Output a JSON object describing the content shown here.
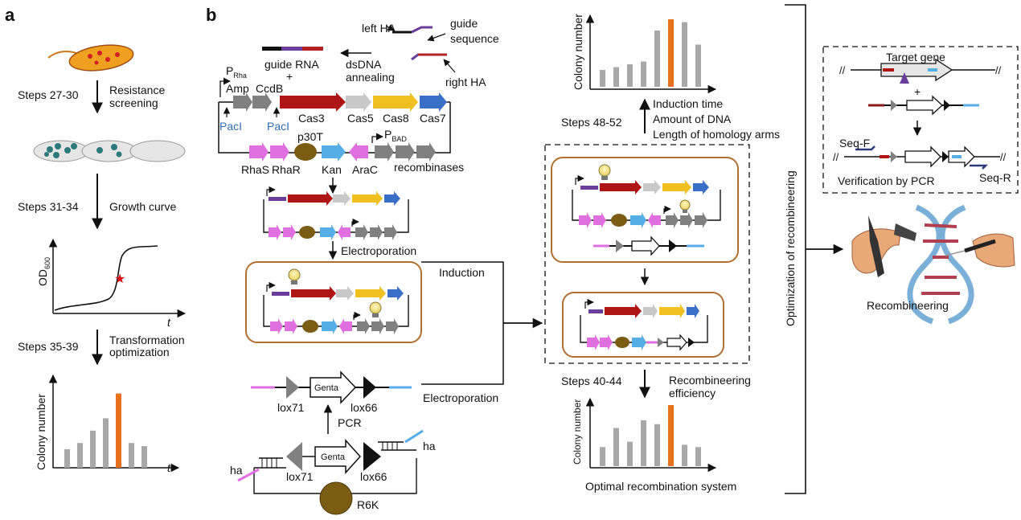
{
  "colors": {
    "red": "#b01515",
    "light_gray": "#c8c8c8",
    "yellow": "#f0c020",
    "blue": "#3a6fc8",
    "gray": "#808080",
    "pink": "#e070e0",
    "lightblue": "#55aee6",
    "olive": "#7a5c12",
    "orange": "#e8711d",
    "purple": "#6a3d9a",
    "box": "#b07030",
    "star": "#dd1111"
  },
  "panel_a": {
    "label": "a",
    "steps": [
      {
        "steps": "Steps 27-30",
        "desc1": "Resistance",
        "desc2": "screening"
      },
      {
        "steps": "Steps 31-34",
        "desc1": "Growth curve",
        "desc2": ""
      },
      {
        "steps": "Steps 35-39",
        "desc1": "Transformation",
        "desc2": "optimization"
      }
    ],
    "growth_ylabel": "OD",
    "growth_ylabel_sub": "600",
    "growth_xlabel": "t",
    "chart_ylabel": "Colony number",
    "chart_xlabel": "t"
  },
  "panel_b": {
    "label": "b",
    "guide_rna": "guide RNA",
    "plus": "+",
    "left_ha": "left HA",
    "guide_sequence_1": "guide",
    "guide_sequence_2": "sequence",
    "right_ha": "right HA",
    "dsdna_1": "dsDNA",
    "dsdna_2": "annealing",
    "p_rha": "P",
    "p_rha_sub": "Rha",
    "amp": "Amp",
    "ccdb": "CcdB",
    "paci": "PacI",
    "cas3": "Cas3",
    "cas5": "Cas5",
    "cas8": "Cas8",
    "cas7": "Cas7",
    "p30t": "p30T",
    "p_bad": "P",
    "p_bad_sub": "BAD",
    "rhas": "RhaS",
    "rhar": "RhaR",
    "kan": "Kan",
    "arac": "AraC",
    "recombinases": "recombinases",
    "electroporation": "Electroporation",
    "induction": "Induction",
    "lox71": "lox71",
    "lox66": "lox66",
    "genta": "Genta",
    "pcr": "PCR",
    "ha": "ha",
    "r6k": "R6K"
  },
  "middle": {
    "steps_top": "Steps 48-52",
    "opt1": "Induction time",
    "opt2": "Amount of DNA",
    "opt3": "Length of homology arms",
    "steps_bottom": "Steps 40-44",
    "eff1": "Recombineering",
    "eff2": "efficiency",
    "optimal": "Optimal recombination system",
    "chart_ylabel": "Colony number",
    "vertical": "Optimization of recombineering"
  },
  "right": {
    "target_gene": "Target gene",
    "plus": "+",
    "seq_f": "Seq-F",
    "seq_r": "Seq-R",
    "verification": "Verification by PCR",
    "recombineering": "Recombineering"
  },
  "chart_data": [
    {
      "type": "bar",
      "title": "",
      "xlabel": "t",
      "ylabel": "Colony number",
      "values": [
        3,
        4,
        6,
        8,
        12,
        4,
        3.5
      ],
      "highlight_index": 4
    },
    {
      "type": "bar",
      "title": "",
      "xlabel": "",
      "ylabel": "Colony number",
      "values": [
        3,
        3.5,
        4,
        4.5,
        10,
        12,
        11.5,
        7.5
      ],
      "highlight_index": 5
    },
    {
      "type": "bar",
      "title": "",
      "xlabel": "",
      "ylabel": "Colony number",
      "values": [
        2.5,
        5,
        3.2,
        6,
        5.5,
        8,
        2.8,
        2.5
      ],
      "highlight_index": 5
    }
  ]
}
